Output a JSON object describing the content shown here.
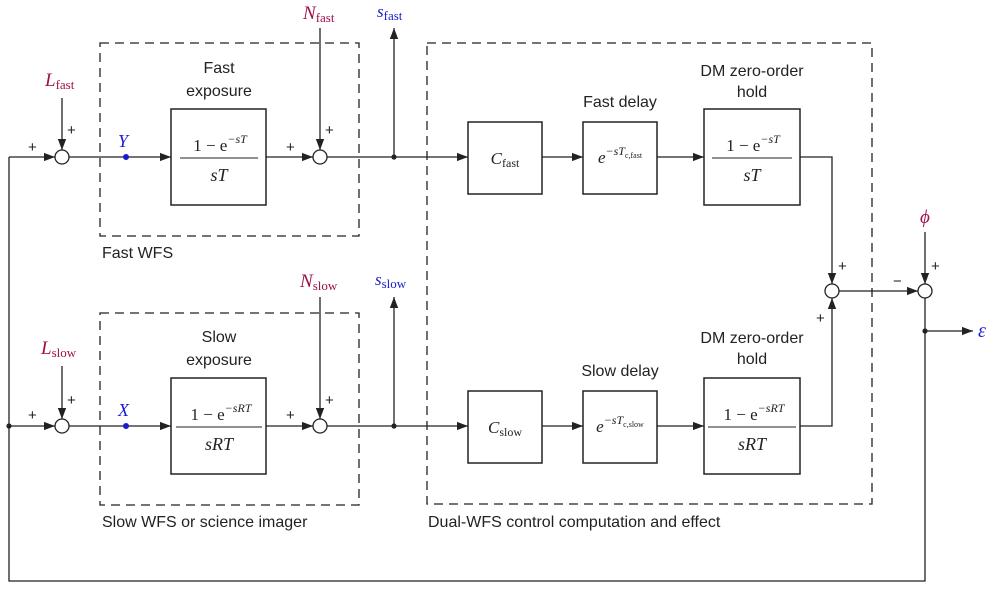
{
  "colors": {
    "line": "#222222",
    "red_label": "#a0104a",
    "blue_label": "#1a1ad0",
    "background": "#ffffff"
  },
  "groups": {
    "fast_wfs": "Fast WFS",
    "slow_wfs": "Slow WFS or science imager",
    "control": "Dual-WFS control computation and effect"
  },
  "captions": {
    "fast_exposure_1": "Fast",
    "fast_exposure_2": "exposure",
    "slow_exposure_1": "Slow",
    "slow_exposure_2": "exposure",
    "fast_delay": "Fast delay",
    "slow_delay": "Slow delay",
    "dm_fast_1": "DM zero-order",
    "dm_fast_2": "hold",
    "dm_slow_1": "DM zero-order",
    "dm_slow_2": "hold"
  },
  "blocks": {
    "fast_exposure": {
      "num_prefix": "1 − e",
      "num_sup": "−sT",
      "den": "sT"
    },
    "slow_exposure": {
      "num_prefix": "1 − e",
      "num_sup": "−sRT",
      "den": "sRT"
    },
    "c_fast": {
      "main": "C",
      "sub": "fast"
    },
    "c_slow": {
      "main": "C",
      "sub": "slow"
    },
    "delay_fast": {
      "base": "e",
      "sup": "−sT",
      "sup_sub": "c,fast"
    },
    "delay_slow": {
      "base": "e",
      "sup": "−sT",
      "sup_sub": "c,slow"
    },
    "dm_fast": {
      "num_prefix": "1 − e",
      "num_sup": "−sT",
      "den": "sT"
    },
    "dm_slow": {
      "num_prefix": "1 − e",
      "num_sup": "−sRT",
      "den": "sRT"
    }
  },
  "signals": {
    "L_fast": {
      "main": "L",
      "sub": "fast"
    },
    "L_slow": {
      "main": "L",
      "sub": "slow"
    },
    "N_fast": {
      "main": "N",
      "sub": "fast"
    },
    "N_slow": {
      "main": "N",
      "sub": "slow"
    },
    "s_fast": {
      "main": "s",
      "sub": "fast"
    },
    "s_slow": {
      "main": "s",
      "sub": "slow"
    },
    "Y": "Y",
    "X": "X",
    "phi": "ϕ",
    "epsilon": "ε"
  },
  "signs": {
    "sum_lf_left": "+",
    "sum_lf_top": "+",
    "sum_nf_left": "+",
    "sum_nf_top": "+",
    "sum_ls_left": "+",
    "sum_ls_top": "+",
    "sum_ns_left": "+",
    "sum_ns_top": "+",
    "sum_dm_top": "+",
    "sum_dm_bottom": "+",
    "sum_out_left": "−",
    "sum_out_top": "+"
  }
}
